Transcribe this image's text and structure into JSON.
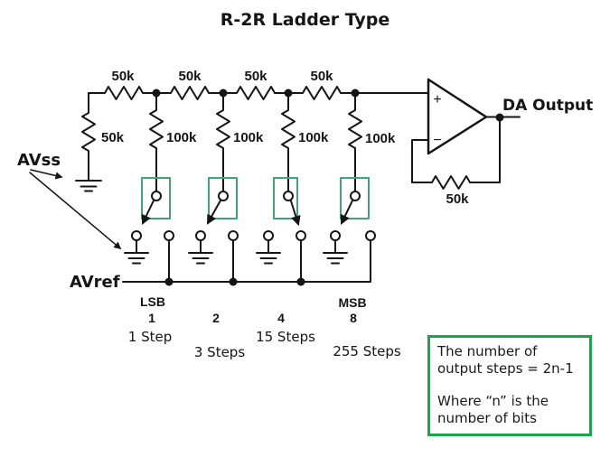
{
  "title": "R-2R Ladder Type",
  "colors": {
    "switch_box_green": "#44a273",
    "note_border_green": "#1ea24a",
    "ink": "#151515"
  },
  "schematic": {
    "avss_label": "AVss",
    "avref_label": "AVref",
    "da_output_label": "DA Output",
    "terminator_resistor_label": "50k",
    "feedback_resistor_label": "50k",
    "series_resistor_labels": [
      "50k",
      "50k",
      "50k",
      "50k"
    ],
    "shunt_resistor_labels": [
      "100k",
      "100k",
      "100k",
      "100k"
    ],
    "opamp_plus": "+",
    "opamp_minus": "−"
  },
  "bits": [
    {
      "position_label": "LSB",
      "weight": "1",
      "steps": "1 Step"
    },
    {
      "weight": "2",
      "steps": "3 Steps"
    },
    {
      "weight": "4",
      "steps": "15 Steps"
    },
    {
      "position_label": "MSB",
      "weight": "8",
      "steps": "255 Steps"
    }
  ],
  "note": {
    "line1": "The number of",
    "line2": "output steps = 2n-1",
    "line3": "Where “n” is the",
    "line4": "number of bits"
  }
}
